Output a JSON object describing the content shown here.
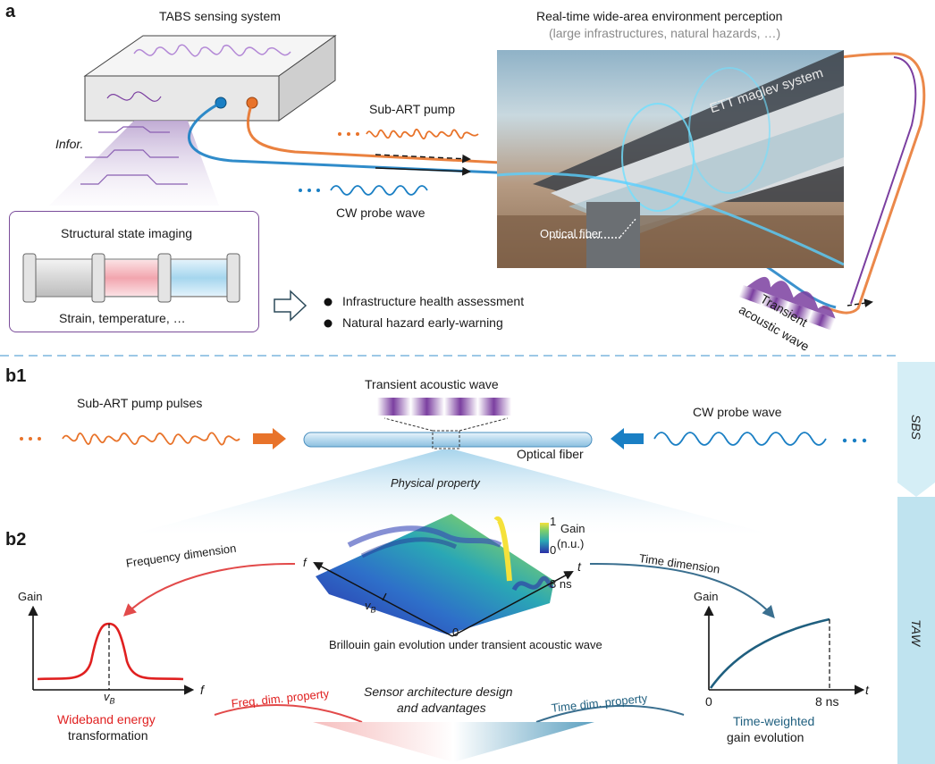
{
  "panel_labels": {
    "a": "a",
    "b1": "b1",
    "b2": "b2"
  },
  "panel_a": {
    "tabs_title": "TABS sensing system",
    "infor_label": "Infor.",
    "imaging_title": "Structural state imaging",
    "imaging_caption": "Strain, temperature, …",
    "bullets": [
      "Infrastructure health assessment",
      "Natural hazard early-warning"
    ],
    "pump_label": "Sub-ART pump",
    "probe_label": "CW probe wave",
    "perception_title": "Real-time wide-area environment perception",
    "perception_subtitle": "(large infrastructures, natural hazards, …)",
    "maglev_label": "ETT maglev system",
    "fiber_label": "Optical fiber",
    "transient_label_1": "Transient",
    "transient_label_2": "acoustic wave"
  },
  "panel_b1": {
    "pump_pulses_label": "Sub-ART pump pulses",
    "transient_label": "Transient acoustic wave",
    "probe_label": "CW probe wave",
    "fiber_label": "Optical fiber",
    "physical_property": "Physical property"
  },
  "panel_b2": {
    "freq_dimension": "Frequency dimension",
    "time_dimension": "Time dimension",
    "surface_caption": "Brillouin gain evolution under transient acoustic wave",
    "colorbar_max": "1",
    "colorbar_min": "0",
    "colorbar_label_1": "Gain",
    "colorbar_label_2": "(n.u.)",
    "axis_f": "f",
    "axis_t": "t",
    "tick_8ns": "8 ns",
    "tick_0": "0",
    "nu_b": "v",
    "nu_b_sub": "B",
    "left_plot": {
      "ylabel": "Gain",
      "xlabel": "f",
      "xtick": "v",
      "xtick_sub": "B"
    },
    "right_plot": {
      "ylabel": "Gain",
      "xlabel": "t",
      "xtick_0": "0",
      "xtick_8": "8 ns"
    },
    "left_caption_1": "Wideband energy",
    "left_caption_2": "transformation",
    "right_caption_1": "Time-weighted",
    "right_caption_2": "gain evolution",
    "freq_property": "Freq. dim. property",
    "time_property": "Time dim. property",
    "architecture_1": "Sensor architecture design",
    "architecture_2": "and advantages"
  },
  "sidebar": {
    "sbs": "SBS",
    "taw": "TAW"
  },
  "colors": {
    "pump": "#e8732a",
    "probe": "#1a7fc4",
    "purple": "#7b3fa0",
    "red": "#e02020",
    "teal": "#1f5f7f",
    "sidebar": "#bfe3ef"
  }
}
